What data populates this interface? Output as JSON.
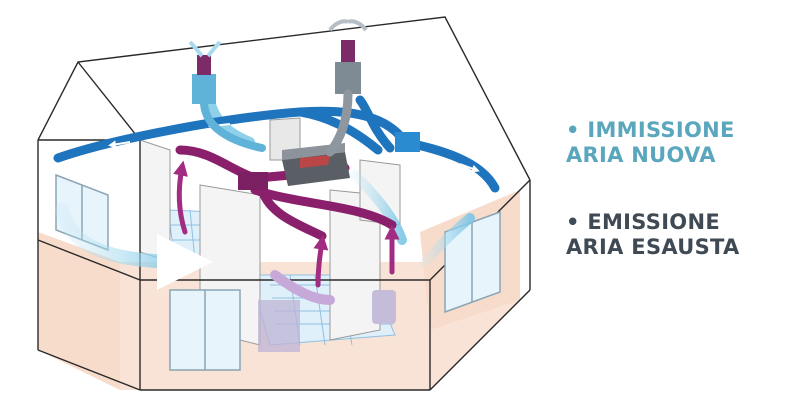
{
  "legend": {
    "supply": {
      "line1": "• IMMISSIONE",
      "line2": "ARIA NUOVA",
      "color": "#5aa7bd"
    },
    "exhaust": {
      "line1": "• EMISSIONE",
      "line2": "ARIA ESAUSTA",
      "color": "#3f4a55"
    }
  },
  "colors": {
    "supply_duct": "#1f74be",
    "supply_light": "#8fd0ea",
    "exhaust_duct": "#8a1f6b",
    "floor_warm": "#f8dccb",
    "floor_tile": "#cfe6f6",
    "outline": "#2a2a2a"
  },
  "icons": [
    "supply-roof-vent-icon",
    "exhaust-roof-vent-icon",
    "heat-recovery-unit-icon",
    "airflow-arrow-icon"
  ]
}
